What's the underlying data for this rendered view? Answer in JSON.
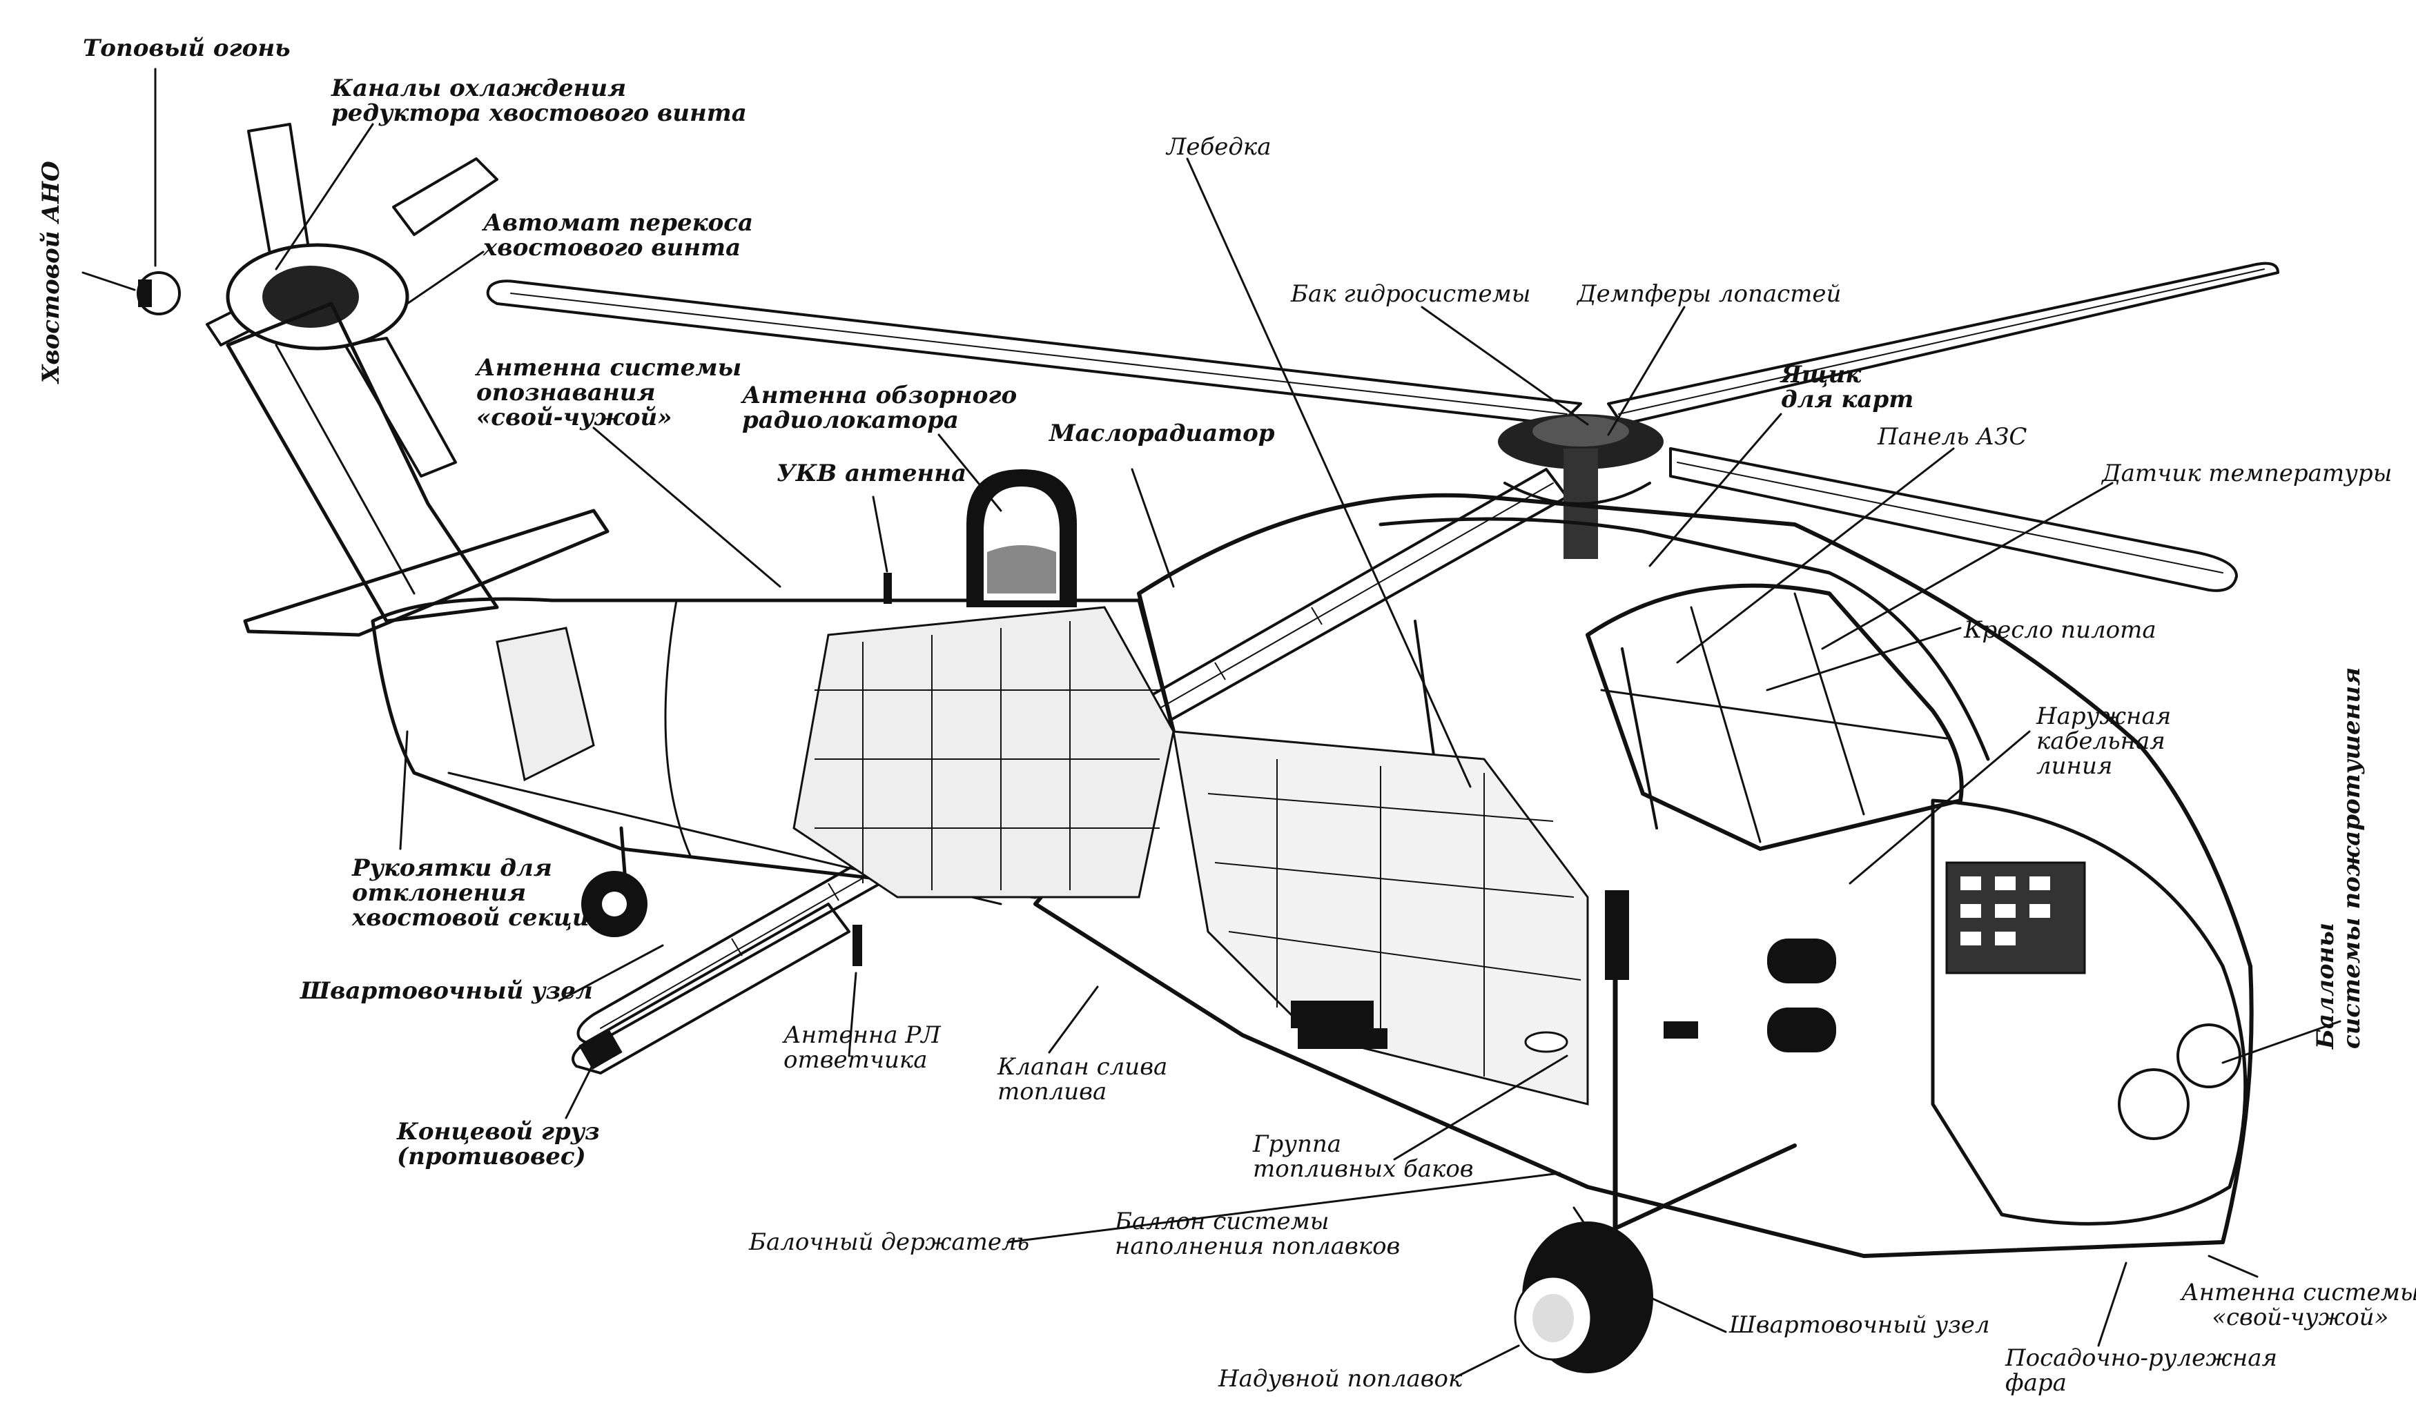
{
  "labels": {
    "top_light": "Топовый огонь",
    "tail_nav_light": "Хвостовой АНО",
    "cooling_channels": "Каналы охлаждения\nредуктора хвостового винта",
    "swashplate": "Автомат перекоса\nхвостового винта",
    "iff_antenna_top": "Антенна системы\nопознавания\n«свой-чужой»",
    "radar_antenna": "Антенна обзорного\nрадиолокатора",
    "vhf_antenna": "УКВ антенна",
    "oil_cooler": "Маслорадиатор",
    "winch": "Лебедка",
    "hydraulic_tank": "Бак гидросистемы",
    "blade_dampers": "Демпферы лопастей",
    "map_box": "Ящик\nдля карт",
    "circuit_breaker_panel": "Панель АЗС",
    "temp_sensor": "Датчик температуры",
    "pilot_seat": "Кресло пилота",
    "external_cable": "Наружная\nкабельная\nлиния",
    "fire_bottles": "Баллоны\nсистемы пожаротушения",
    "tail_fold_handles": "Рукоятки для\nотклонения\nхвостовой секции",
    "mooring_point_left": "Швартовочный узел",
    "transponder_antenna": "Антенна РЛ\nответчика",
    "fuel_drain_valve": "Клапан слива\nтоплива",
    "tip_weight": "Концевой груз\n(противовес)",
    "fuel_tank_group": "Группа\nтопливных баков",
    "beam_holder": "Балочный держатель",
    "float_inflation_bottle": "Баллон системы\nнаполнения поплавков",
    "mooring_point_right": "Швартовочный узел",
    "inflatable_float": "Надувной поплавок",
    "landing_taxi_light": "Посадочно-рулежная\nфара",
    "iff_antenna_bottom": "Антенна системы\n«свой-чужой»"
  },
  "colors": {
    "ink": "#111111",
    "paper": "#ffffff"
  }
}
